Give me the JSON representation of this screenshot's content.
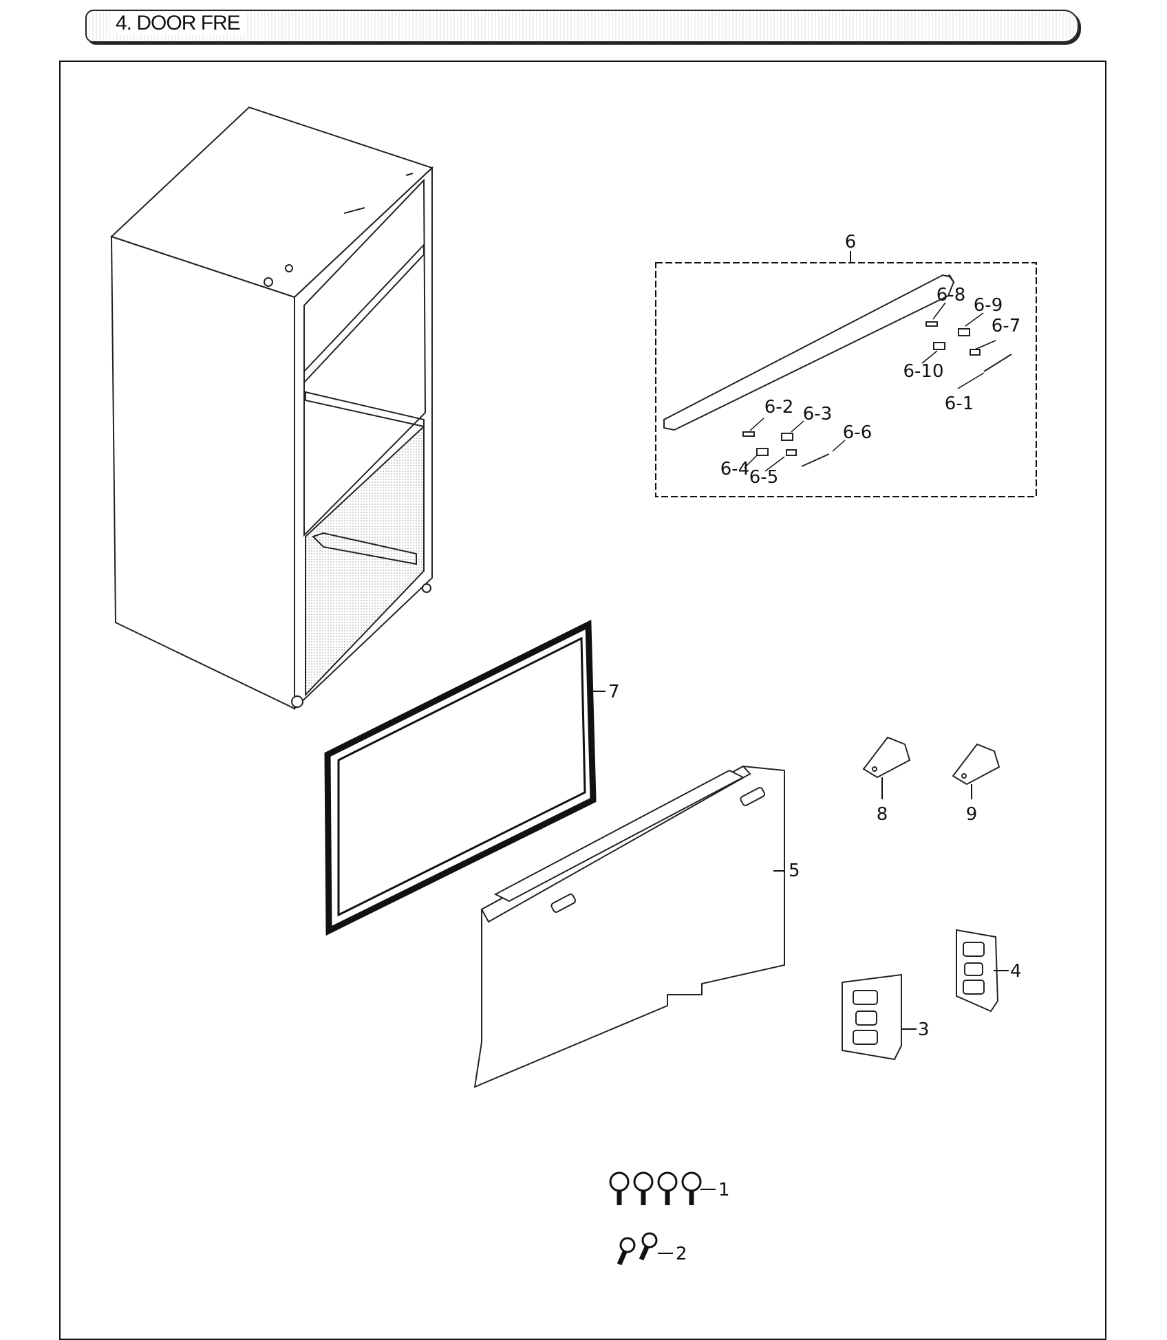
{
  "header": {
    "title": "4. DOOR FRE"
  },
  "callouts": {
    "p1": "1",
    "p2": "2",
    "p3": "3",
    "p4": "4",
    "p5": "5",
    "p6": "6",
    "p7": "7",
    "p8": "8",
    "p9": "9",
    "p6_1": "6-1",
    "p6_2": "6-2",
    "p6_3": "6-3",
    "p6_4": "6-4",
    "p6_5": "6-5",
    "p6_6": "6-6",
    "p6_7": "6-7",
    "p6_8": "6-8",
    "p6_9": "6-9",
    "p6_10": "6-10"
  }
}
